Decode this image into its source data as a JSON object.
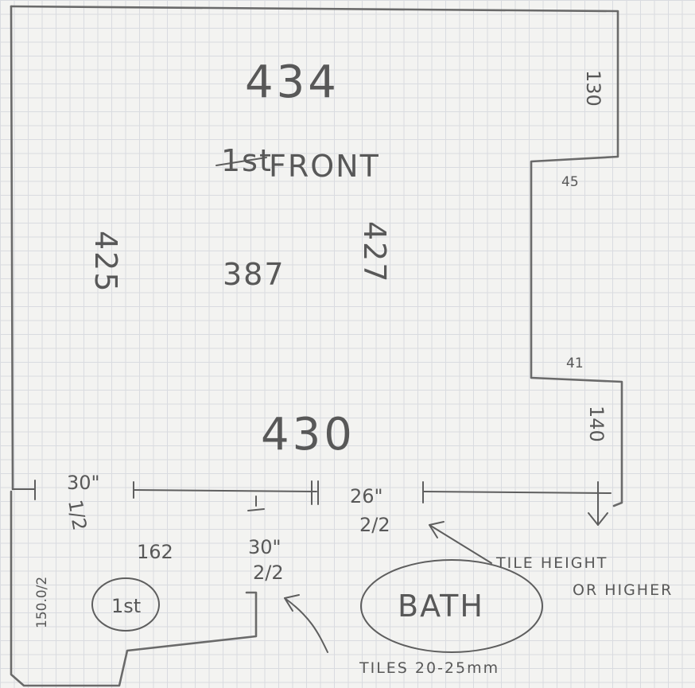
{
  "sketch": {
    "dimensions": {
      "top_width": "434",
      "inner_width": "387",
      "left_height": "425",
      "inner_height": "427",
      "notch_top": "130",
      "notch_top_depth": "45",
      "notch_bottom_depth": "41",
      "notch_bottom": "140",
      "back_wall": "430",
      "bath_length": "162",
      "side_height": "150.0/2"
    },
    "front_label": "FRONT",
    "front_struck": "1st",
    "floor_label": "1st",
    "bath_label": "BATH",
    "tile_marks": [
      {
        "size": "30\"",
        "fraction": "1/2"
      },
      {
        "size": "26\"",
        "fraction": "2/2"
      },
      {
        "size": "30\"",
        "fraction": "2/2"
      }
    ],
    "notes": {
      "tile_height_1": "TILE HEIGHT",
      "tile_height_2": "OR HIGHER",
      "tiles": "TILES 20-25mm"
    }
  }
}
